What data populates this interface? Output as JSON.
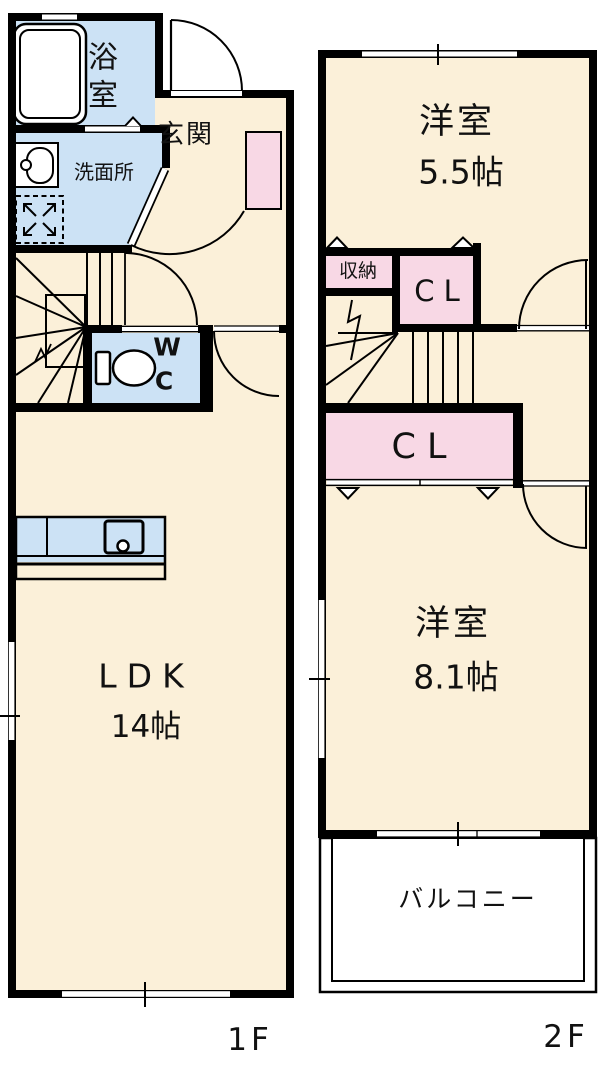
{
  "colors": {
    "room_fill": "#FBF0D9",
    "wet_fill": "#CCE2F5",
    "closet_fill": "#F8D8E5",
    "wall": "#000000",
    "background": "#FFFFFF"
  },
  "floor1": {
    "floor_label": "1F",
    "bath_char1": "浴",
    "bath_char2": "室",
    "washroom": "洗面所",
    "entrance": "玄関",
    "wc_char1": "W",
    "wc_char2": "C",
    "ldk": "LDK",
    "ldk_size": "14帖"
  },
  "floor2": {
    "floor_label": "2F",
    "room_upper": "洋室",
    "room_upper_size": "5.5帖",
    "storage": "収納",
    "closet_upper": "C L",
    "closet_lower": "C L",
    "room_lower": "洋室",
    "room_lower_size": "8.1帖",
    "balcony": "バルコニー"
  }
}
